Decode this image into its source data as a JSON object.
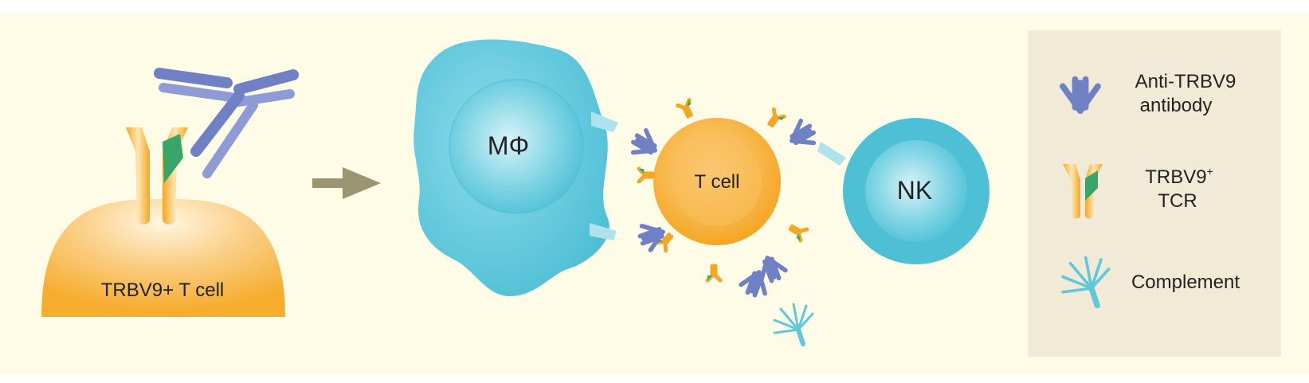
{
  "labels": {
    "cell_left": "TRBV9+ T cell",
    "macrophage": "MΦ",
    "t_cell": "T cell",
    "nk": "NK"
  },
  "legend": {
    "antibody": [
      "Anti-TRBV9",
      "antibody"
    ],
    "tcr_line1": "TRBV9",
    "tcr_sup": "+",
    "tcr_line2": "TCR",
    "complement": "Complement"
  },
  "colors": {
    "background": "#fefbe6",
    "legend_panel": "#f1ead6",
    "orange": "#f6ad2e",
    "cyan": "#5ec8dc",
    "antibody": "#6f80c5",
    "tcr_green": "#3aa56a",
    "arrow": "#9c9572"
  }
}
